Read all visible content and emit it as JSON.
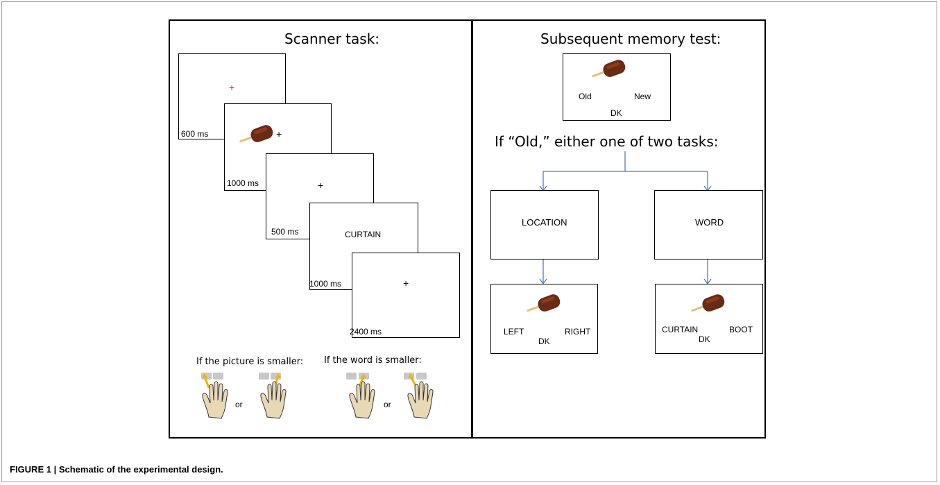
{
  "left_panel": {
    "title": "Scanner task:",
    "fixation_red": "+",
    "fixation": "+",
    "word": "CURTAIN",
    "durations": [
      "600 ms",
      "1000 ms",
      "500 ms",
      "1000 ms",
      "2400 ms"
    ],
    "response_picture": "If the picture is smaller:",
    "response_word": "If the word is smaller:",
    "or": "or"
  },
  "right_panel": {
    "title": "Subsequent memory test:",
    "old": "Old",
    "new": "New",
    "dk": "DK",
    "condition": "If “Old,” either one of two tasks:",
    "location": {
      "title": "LOCATION",
      "left": "LEFT",
      "right": "RIGHT",
      "dk": "DK"
    },
    "word": {
      "title": "WORD",
      "option1": "CURTAIN",
      "option2": "BOOT",
      "dk": "DK"
    }
  },
  "caption": "FIGURE 1 | Schematic of the experimental design.",
  "colors": {
    "arrow": "#4a7ebb",
    "popsicle": "#6b2a14",
    "stick": "#e2c27d",
    "fixation_red": "#e02020",
    "hand": "#e8d8b6",
    "key": "#c8c8c8",
    "finger_arrow": "#f0b400"
  },
  "icons": [
    "popsicle-icon",
    "hand-icon",
    "arrow-icon"
  ]
}
